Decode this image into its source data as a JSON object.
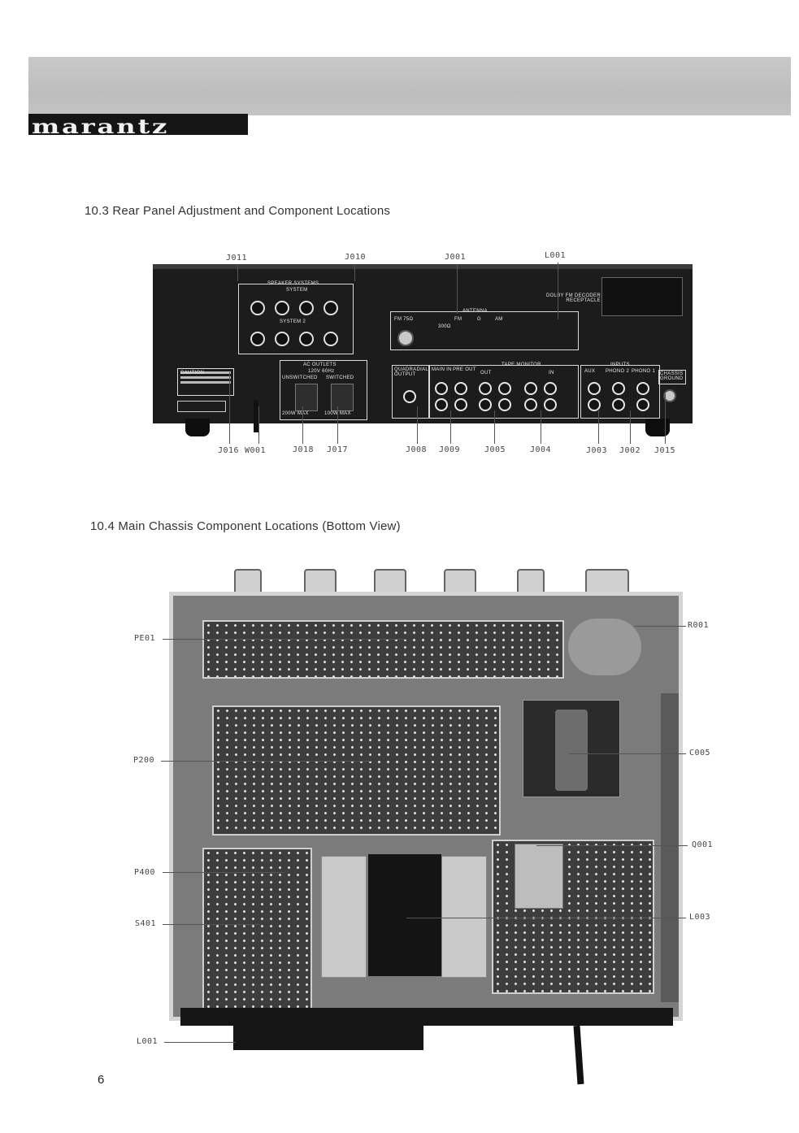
{
  "header": {
    "brand": "marantz",
    "page_number": "6"
  },
  "section_rear": {
    "title": "10.3  Rear Panel  Adjustment and Component Locations",
    "top_callouts": [
      "J011",
      "J010",
      "J001",
      "L001"
    ],
    "bottom_callouts": [
      "J016",
      "W001",
      "J018",
      "J017",
      "J008",
      "J009",
      "J005",
      "J004",
      "J003",
      "J002",
      "J015"
    ],
    "panel_text": {
      "speaker_systems": "SPEAKER SYSTEMS",
      "system1": "SYSTEM",
      "system2": "SYSTEM 2",
      "antenna": "ANTENNA",
      "fm75": "FM 75Ω",
      "fm": "FM",
      "g": "G",
      "am": "AM",
      "fm300": "300Ω",
      "dolby": "DOLBY FM DECODER RECEPTACLE",
      "ac_outlets": "AC OUTLETS",
      "volt": "120V 60Hz",
      "unswitched": "UNSWITCHED",
      "switched": "SWITCHED",
      "max1": "200W MAX",
      "max2": "100W MAX",
      "quad": "QUADRADIAL OUTPUT",
      "main_in": "MAIN IN",
      "pre_out": "PRE OUT",
      "tape_monitor": "TAPE MONITOR",
      "out": "OUT",
      "in": "IN",
      "inputs": "INPUTS",
      "aux": "AUX",
      "phono2": "PHONO 2",
      "phono1": "PHONO 1",
      "chassis_ground": "CHASSIS GROUND",
      "caution": "CAUTION"
    }
  },
  "section_bottom": {
    "title": "10.4  Main Chassis Component Locations (Bottom View)",
    "left_callouts": [
      "PE01",
      "P200",
      "P400",
      "S401",
      "L001"
    ],
    "right_callouts": [
      "R001",
      "C005",
      "Q001",
      "L003"
    ]
  }
}
